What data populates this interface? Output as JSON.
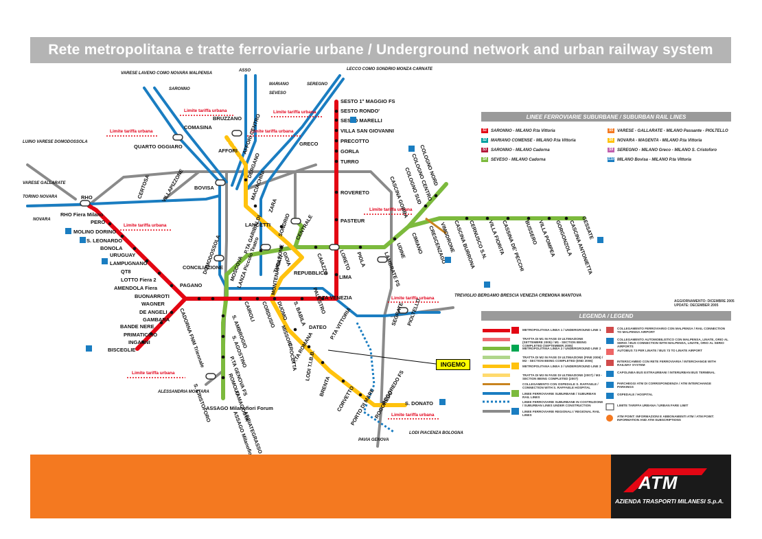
{
  "title": "Rete metropolitana e tratte ferroviarie urbane / Underground network and urban railway system",
  "colors": {
    "line1": "#e30613",
    "line2": "#00a651",
    "line3": "#ffc20e",
    "suburban": "#1a7dc1",
    "regional": "#8a8a8a",
    "suburban_green": "#7cba3d",
    "accent_orange": "#f47920",
    "logo_bg": "#1a1a1a"
  },
  "stations": {
    "rho_fiera": "RHO Fiera Milano",
    "pero": "PERO",
    "molino_dorino": "MOLINO DORINO",
    "s_leonardo": "S. LEONARDO",
    "bonola": "BONOLA",
    "uruguay": "URUGUAY",
    "lampugnano": "LAMPUGNANO",
    "qt8": "QT8",
    "lotto": "LOTTO Fiera 2",
    "amendola": "AMENDOLA Fiera",
    "buonarroti": "BUONARROTI",
    "wagner": "WAGNER",
    "de_angeli": "DE ANGELI",
    "gambara": "GAMBARA",
    "bande_nere": "BANDE NERE",
    "primaticcio": "PRIMATICCIO",
    "inganni": "INGANNI",
    "bisceglie": "BISCEGLIE",
    "pagano": "PAGANO",
    "conciliazione": "CONCILIAZIONE",
    "cadorna": "CADORNA FNM Triennale",
    "cairoli": "CAIROLI",
    "cordusio": "CORDUSIO",
    "duomo": "DUOMO",
    "s_babila": "S. BABILA",
    "palestro": "PALESTRO",
    "p_ta_venezia": "P.TA VENEZIA",
    "lima": "LIMA",
    "loreto": "LORETO",
    "pasteur": "PASTEUR",
    "rovereto": "ROVERETO",
    "turro": "TURRO",
    "gorla": "GORLA",
    "precotto": "PRECOTTO",
    "villa_s_giovanni": "VILLA SAN GIOVANNI",
    "sesto_marelli": "SESTO MARELLI",
    "sesto_rondo": "SESTO RONDO'",
    "sesto_fs": "SESTO 1° MAGGIO FS",
    "comasina": "COMASINA",
    "bruzzano": "BRUZZANO",
    "affori": "AFFORI",
    "affori_centro": "AFFORI CENTRO",
    "dergano": "DERGANO",
    "maciachini": "MACIACHINI",
    "zara": "ZARA",
    "sondrio": "SONDRIO",
    "centrale": "CENTRALE",
    "repubblica": "REPUBBLICA",
    "turati": "TURATI",
    "montenapoleone": "MONTENAPOLEONE",
    "missori": "MISSORI",
    "crocetta": "CROCETTA",
    "p_ta_romana": "P.TA ROMANA",
    "lodi_tibb": "LODI T.I.B.B.",
    "brenta": "BRENTA",
    "corvetto": "CORVETTO",
    "porto_di_mare": "PORTO DI MARE",
    "rogoredo": "ROGOREDO",
    "rogoredo_fs": "ROGOREDO FS",
    "s_donato": "S. DONATO",
    "greco": "GRECO",
    "bovisa": "BOVISA",
    "villapizzone": "VILLAPIZZONE",
    "certosa": "CERTOSA",
    "quarto_oggiaro": "QUARTO OGGIARO",
    "rho": "RHO",
    "domodossola": "DOMODOSSOLA",
    "lancetti": "LANCETTI",
    "p_ta_garibaldi": "P.TA GARIBALDI",
    "moscova": "MOSCOVA",
    "lanza": "LANZA Piccolo Teatro",
    "gioia": "GIOIA",
    "caiazzo": "CAIAZZO",
    "piola": "PIOLA",
    "lambrate": "LAMBRATE FS",
    "udine": "UDINE",
    "cimiano": "CIMIANO",
    "crescenzago": "CRESCENZAGO",
    "cascina_gobba": "CASCINA GOBBA",
    "cologno_sud": "COLOGNO SUD",
    "cologno_centro": "COLOGNO CENTRO",
    "cologno_nord": "COLOGNO NORD",
    "vimodrone": "VIMODRONE",
    "cascina_burrona": "CASCINA BURRONA",
    "cernusco": "CERNUSCO S.N.",
    "villa_fiorita": "VILLA FIORITA",
    "cassina_de_pecchi": "CASSINA DE' PECCHI",
    "bussero": "BUSSERO",
    "villa_pompea": "VILLA POMPEA",
    "gorgonzola": "GORGONZOLA",
    "cascina_antonietta": "CASCINA ANTONIETTA",
    "gessate": "GESSATE",
    "s_ambrogio": "S. AMBROGIO",
    "s_agostino": "S. AGOSTINO",
    "p_ta_genova": "P.TA GENOVA FS",
    "romolo": "ROMOLO",
    "famagosta": "FAMAGOSTA",
    "abbiategrasso": "ABBIATEGRASSO",
    "assago_nord": "ASSAGO Milanofiori Nord",
    "assago_forum": "ASSAGO Milanofiori Forum",
    "s_cristoforo": "S. CRISTOFORO",
    "dateo": "DATEO",
    "p_ta_vittoria": "P.TA VITTORIA",
    "segrate": "SEGRATE",
    "pioltello": "PIOLTELLO"
  },
  "destinations": {
    "varese": "VARESE LAVENO COMO NOVARA MALPENSA",
    "asso": "ASSO",
    "lecco": "LECCO COMO SONDRIO MONZA CARNATE",
    "luino": "LUINO VARESE DOMODOSSOLA",
    "varese_gallarate": "VARESE GALLARATE",
    "torino": "TORINO NOVARA",
    "treviglio": "TREVIGLIO BERGAMO BRESCIA VENEZIA CREMONA MANTOVA",
    "alessandria": "ALESSANDRIA MORTARA",
    "pavia": "PAVIA GENOVA",
    "lodi": "LODI PIACENZA BOLOGNA",
    "saronno_lbl": "SARONNO",
    "mariano_lbl": "MARIANO",
    "seveso_lbl": "SEVESO",
    "seregno_lbl": "SEREGNO",
    "novara_lbl": "NOVARA"
  },
  "limite_label": "Limite tariffa urbana",
  "suburban_panel": {
    "header": "LINEE FERROVIARIE SUBURBANE / SUBURBAN RAIL LINES",
    "lines": [
      {
        "code": "S1",
        "text": "SARONNO - MILANO P.ta Vittoria",
        "color": "#e30613"
      },
      {
        "code": "S2",
        "text": "MARIANO COMENSE - MILANO P.ta Vittoria",
        "color": "#00a0a0"
      },
      {
        "code": "S3",
        "text": "SARONNO - MILANO Cadorna",
        "color": "#b5193a"
      },
      {
        "code": "S4",
        "text": "SEVESO - MILANO Cadorna",
        "color": "#7cba3d"
      },
      {
        "code": "S5",
        "text": "VARESE - GALLARATE - MILANO Passante - PIOLTELLO",
        "color": "#f47920"
      },
      {
        "code": "S6",
        "text": "NOVARA - MAGENTA - MILANO P.ta Vittoria",
        "color": "#ffc20e"
      },
      {
        "code": "S9",
        "text": "SEREGNO - MILANO Greco - MILANO S. Cristoforo",
        "color": "#c05fae"
      },
      {
        "code": "S10",
        "text": "MILANO Bovisa - MILANO P.ta Vittoria",
        "color": "#1a7dc1"
      }
    ]
  },
  "update": {
    "line1": "AGGIORNAMENTO: DICEMBRE 2005",
    "line2": "UPDATE: DECEMBER 2005"
  },
  "legend_panel": {
    "header": "LEGENDA / LEGEND",
    "left_items": [
      "METROPOLITANA LINEA 1 / UNDERGROUND LINE 1",
      "TRATTA DI M1 IN FASE DI ULTIMAZIONE (SETTEMBRE 2005) / M1 - SECTION BEING COMPLETED (SEPTEMBER 2005)",
      "METROPOLITANA LINEA 2 / UNDERGROUND LINE 2",
      "TRATTA DI M2 IN FASE DI ULTIMAZIONE (FINE 2006) / M2 - SECTION BEING COMPLETED (END 2006)",
      "METROPOLITANA LINEA 3 / UNDERGROUND LINE 3",
      "TRATTA DI M3 IN FASE DI ULTIMAZIONE (2007) / M3 - SECTION BEING COMPLETED (2007)",
      "COLLEGAMENTO CON OSPEDALE S. RAFFAELE / CONNECTION WITH S. RAFFAELE HOSPITAL",
      "LINEE FERROVIARIE SUBURBANE / SUBURBAN RAIL LINES",
      "LINEE FERROVIARIE SUBURBANE IN COSTRUZIONE / SUBURBAN LINES UNDER CONSTRUCTION",
      "LINEE FERROVIARIE REGIONALI / REGIONAL RAIL LINES"
    ],
    "right_items": [
      "COLLEGAMENTO FERROVIARIO CON MALPENSA / RAIL CONNECTION TO MALPENSA AIRPORT",
      "COLLEGAMENTO AUTOMOBILISTICO CON MALPENSA, LINATE, ORIO AL SERIO / BUS CONNECTION WITH MALPENSA, LINATE, ORIO AL SERIO AIRPORTS",
      "AUTOBUS 73 PER LINATE / BUS 73 TO LINATE AIRPORT",
      "INTERSCAMBIO CON RETE FERROVIARIA / INTERCHANGE WITH RAILWAY SYSTEM",
      "CAPOLINEA BUS EXTRAURBANI / INTERURBAN BUS TERMINAL",
      "PARCHEGGI ATM DI CORRISPONDENZA / ATM INTERCHANGE PARKINGS",
      "OSPEDALE / HOSPITAL",
      "LIMITE TARIFFA URBANA / URBAN FARE LIMIT",
      "ATM POINT: INFORMAZIONI E ABBONAMENTI ATM / ATM POINT: INFORMATION AND ATM SUBSCRIPTIONS"
    ]
  },
  "callout": "INGEMO",
  "logo": {
    "name": "ATM",
    "subtitle": "AZIENDA TRASPORTI MILANESI S.p.A."
  }
}
